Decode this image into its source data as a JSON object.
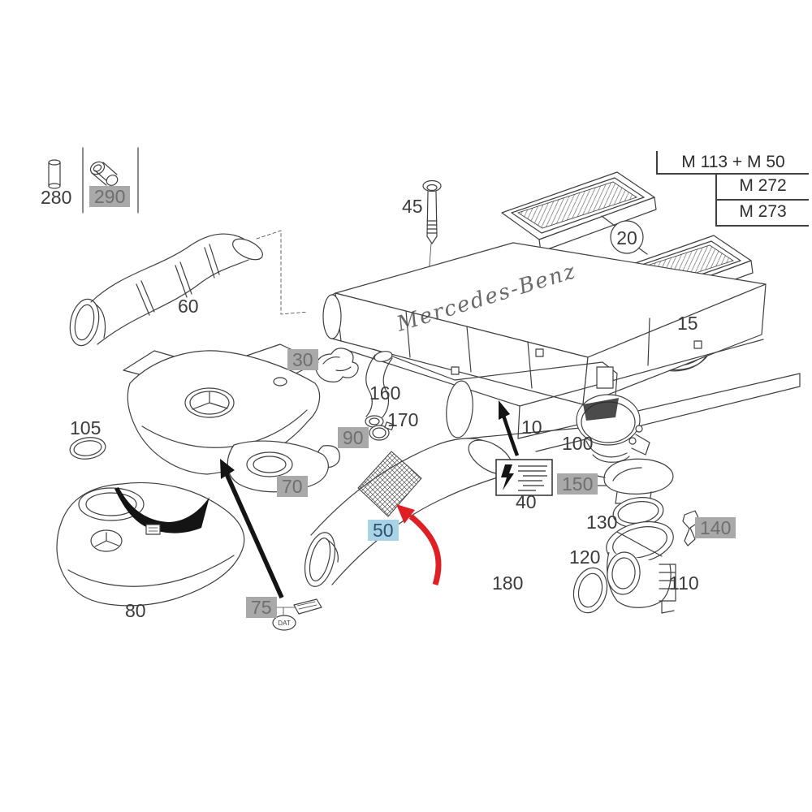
{
  "diagram": {
    "engine_codes": [
      "M 113 + M 50",
      "M 272",
      "M 273"
    ],
    "housing_brand": "Mercedes-Benz",
    "badge": "DAT"
  },
  "callouts": {
    "10": "10",
    "15": "15",
    "20": "20",
    "30": "30",
    "40": "40",
    "45": "45",
    "50": "50",
    "60": "60",
    "70": "70",
    "75": "75",
    "80": "80",
    "90": "90",
    "100": "100",
    "105": "105",
    "110": "110",
    "120": "120",
    "130": "130",
    "140": "140",
    "150": "150",
    "160": "160",
    "170": "170",
    "180": "180",
    "280": "280",
    "290": "290"
  },
  "highlighted_gray_callouts": [
    "290",
    "30",
    "90",
    "70",
    "75",
    "150",
    "140"
  ],
  "highlighted_blue_callouts": [
    "50"
  ],
  "colors": {
    "highlight_gray_bg": "#a9a9a9",
    "highlight_gray_text": "#6f6f6f",
    "highlight_blue_bg": "#a8d3e6",
    "highlight_blue_text": "#31506a",
    "pointer_arrow_red": "#e01f25",
    "line_art": "#3f3f3f"
  }
}
